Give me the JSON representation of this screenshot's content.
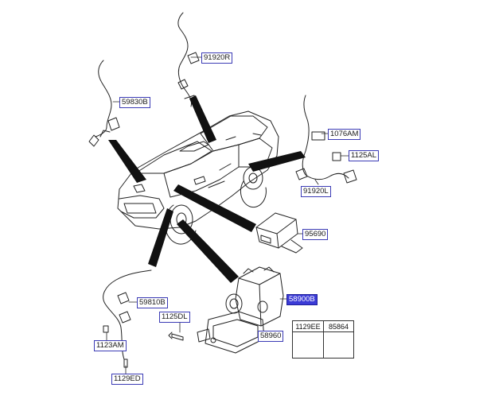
{
  "labels": {
    "p91920R": "91920R",
    "p59830B": "59830B",
    "p1076AM": "1076AM",
    "p1125AL": "1125AL",
    "p91920L": "91920L",
    "p95690": "95690",
    "p58900B": "58900B",
    "p59810B": "59810B",
    "p1125DL": "1125DL",
    "p1123AM": "1123AM",
    "p58960": "58960",
    "p1129ED": "1129ED"
  },
  "legend": {
    "col1": "1129EE",
    "col2": "85864"
  },
  "colors": {
    "label_border": "#3b3bb5",
    "selected_fill": "#3b3bd6",
    "line": "#222222"
  },
  "selected_part": "58900B"
}
